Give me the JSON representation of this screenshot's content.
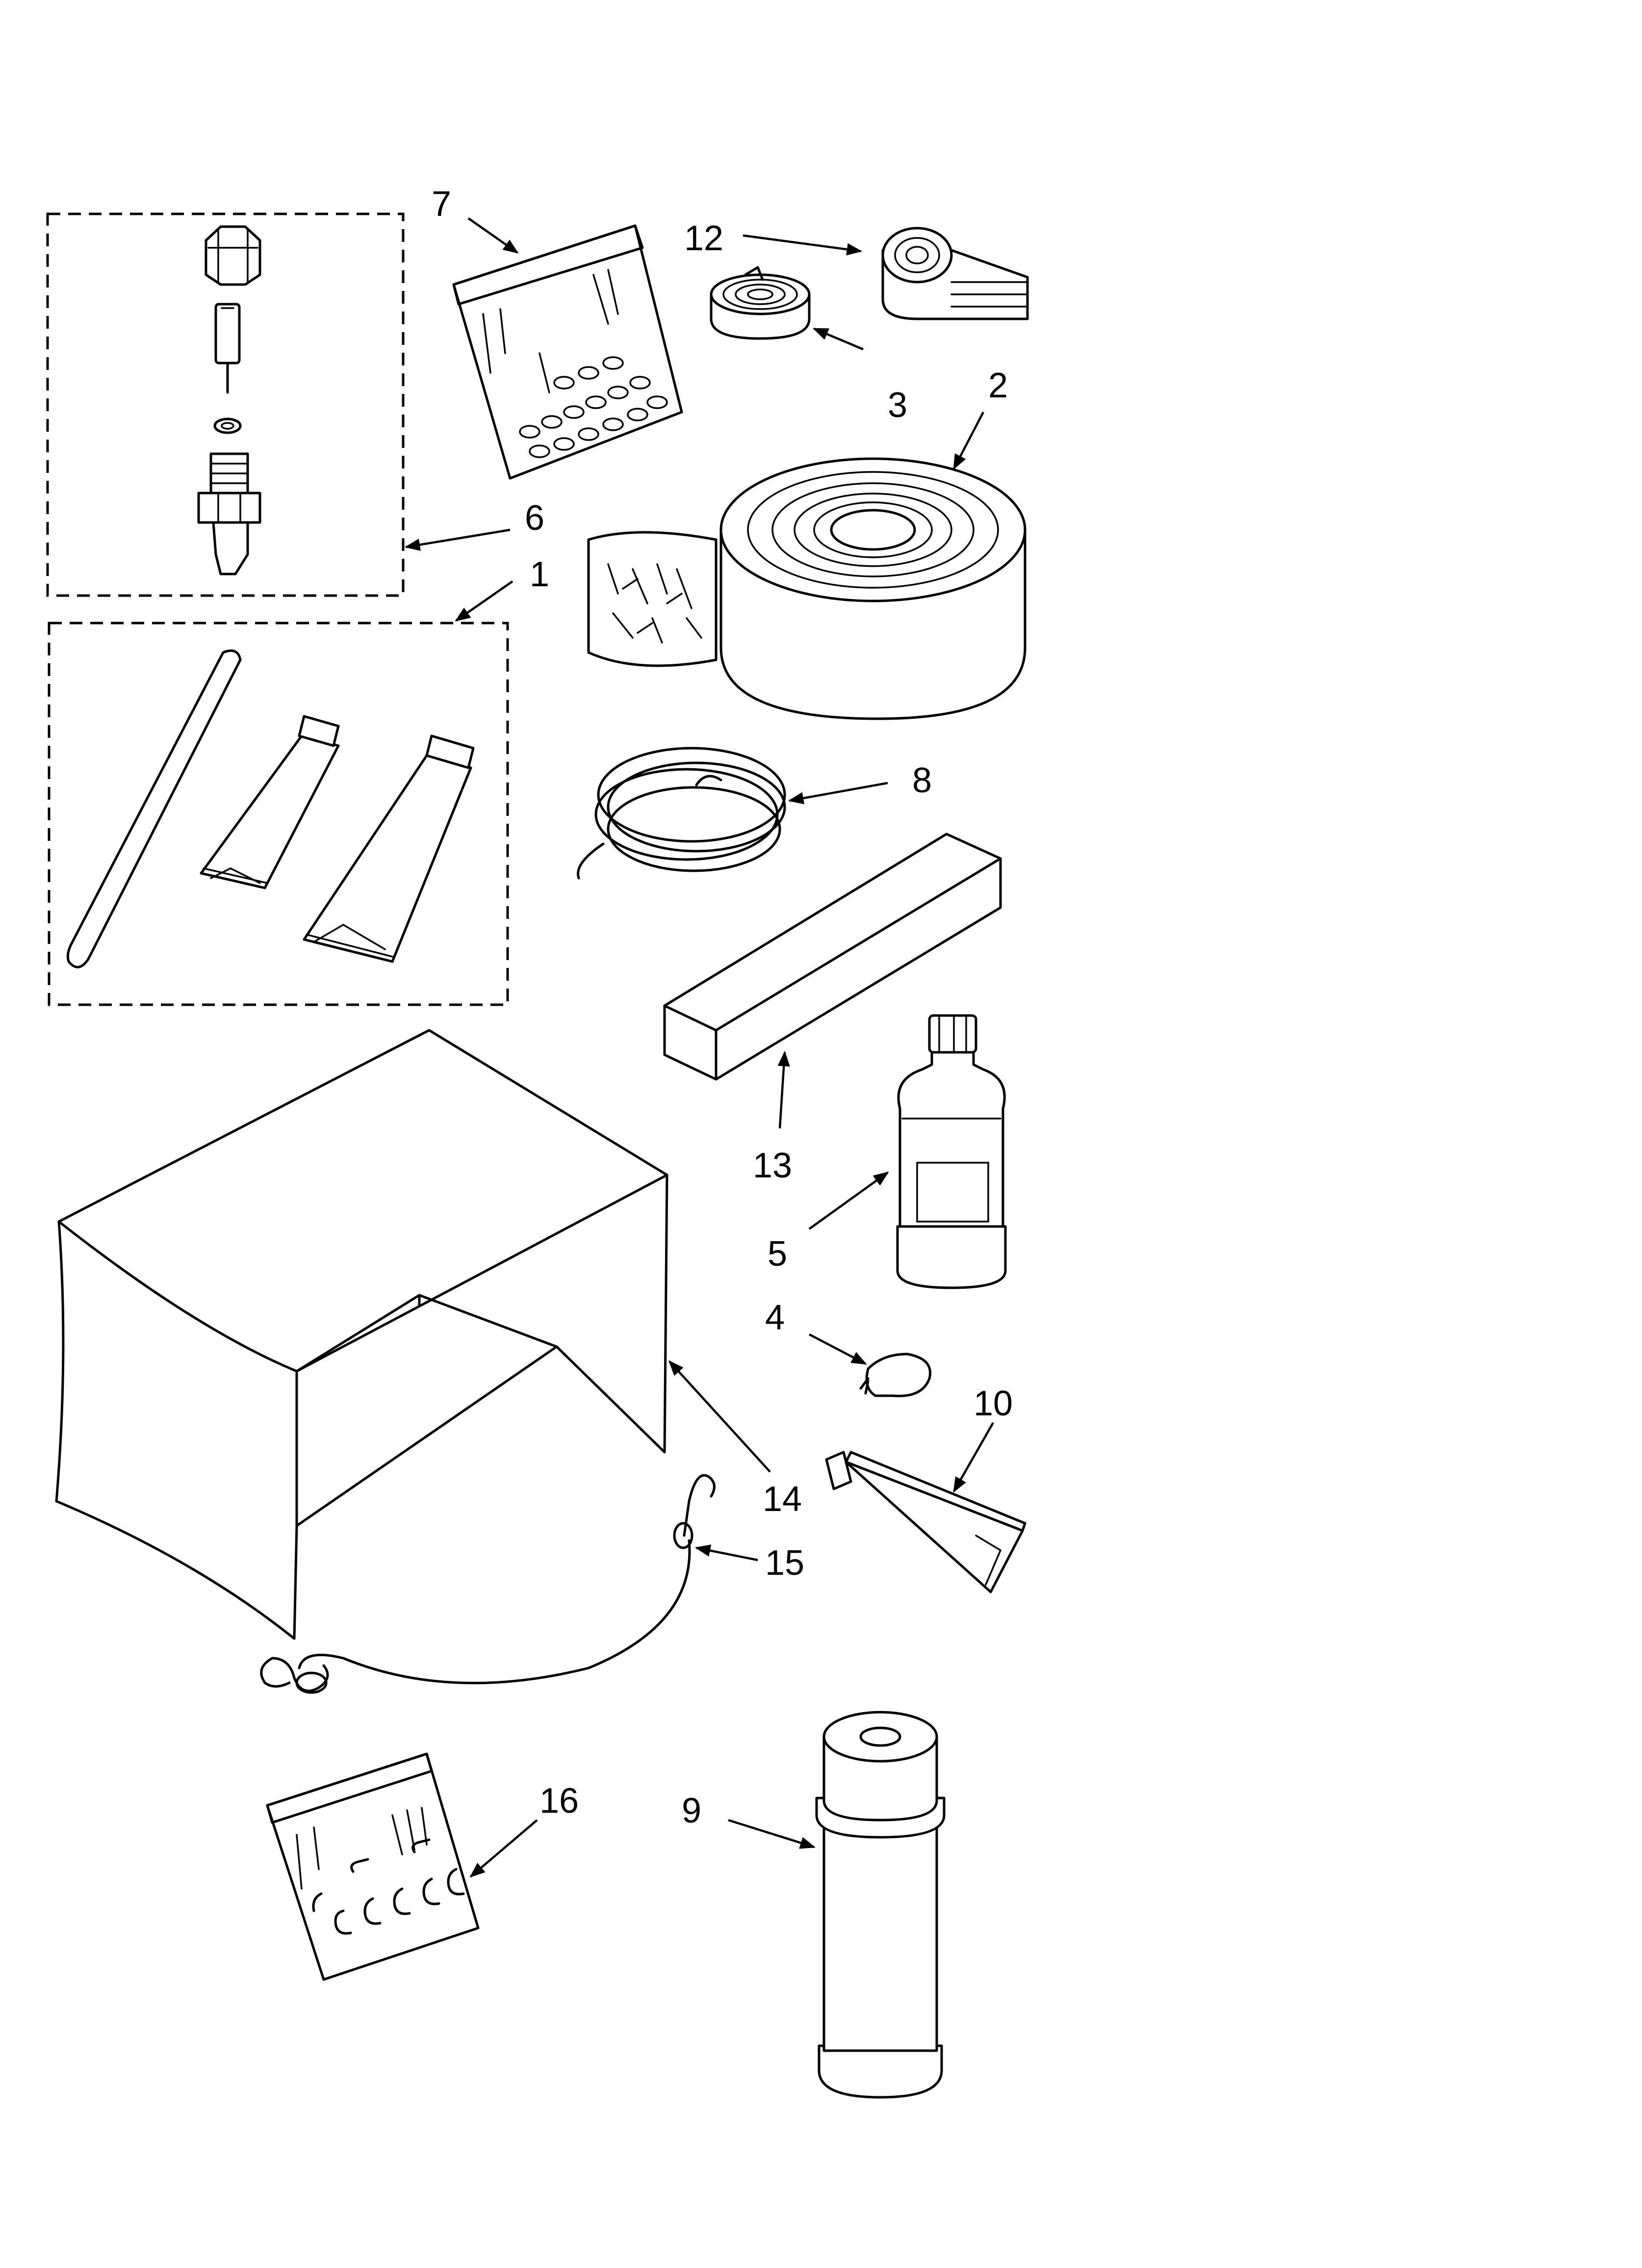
{
  "callouts": [
    {
      "id": "c7",
      "text": "7"
    },
    {
      "id": "c12",
      "text": "12"
    },
    {
      "id": "c3",
      "text": "3"
    },
    {
      "id": "c2",
      "text": "2"
    },
    {
      "id": "c6",
      "text": "6"
    },
    {
      "id": "c1",
      "text": "1"
    },
    {
      "id": "c8",
      "text": "8"
    },
    {
      "id": "c13",
      "text": "13"
    },
    {
      "id": "c5",
      "text": "5"
    },
    {
      "id": "c4",
      "text": "4"
    },
    {
      "id": "c10",
      "text": "10"
    },
    {
      "id": "c14",
      "text": "14"
    },
    {
      "id": "c15",
      "text": "15"
    },
    {
      "id": "c16",
      "text": "16"
    },
    {
      "id": "c9",
      "text": "9"
    }
  ]
}
